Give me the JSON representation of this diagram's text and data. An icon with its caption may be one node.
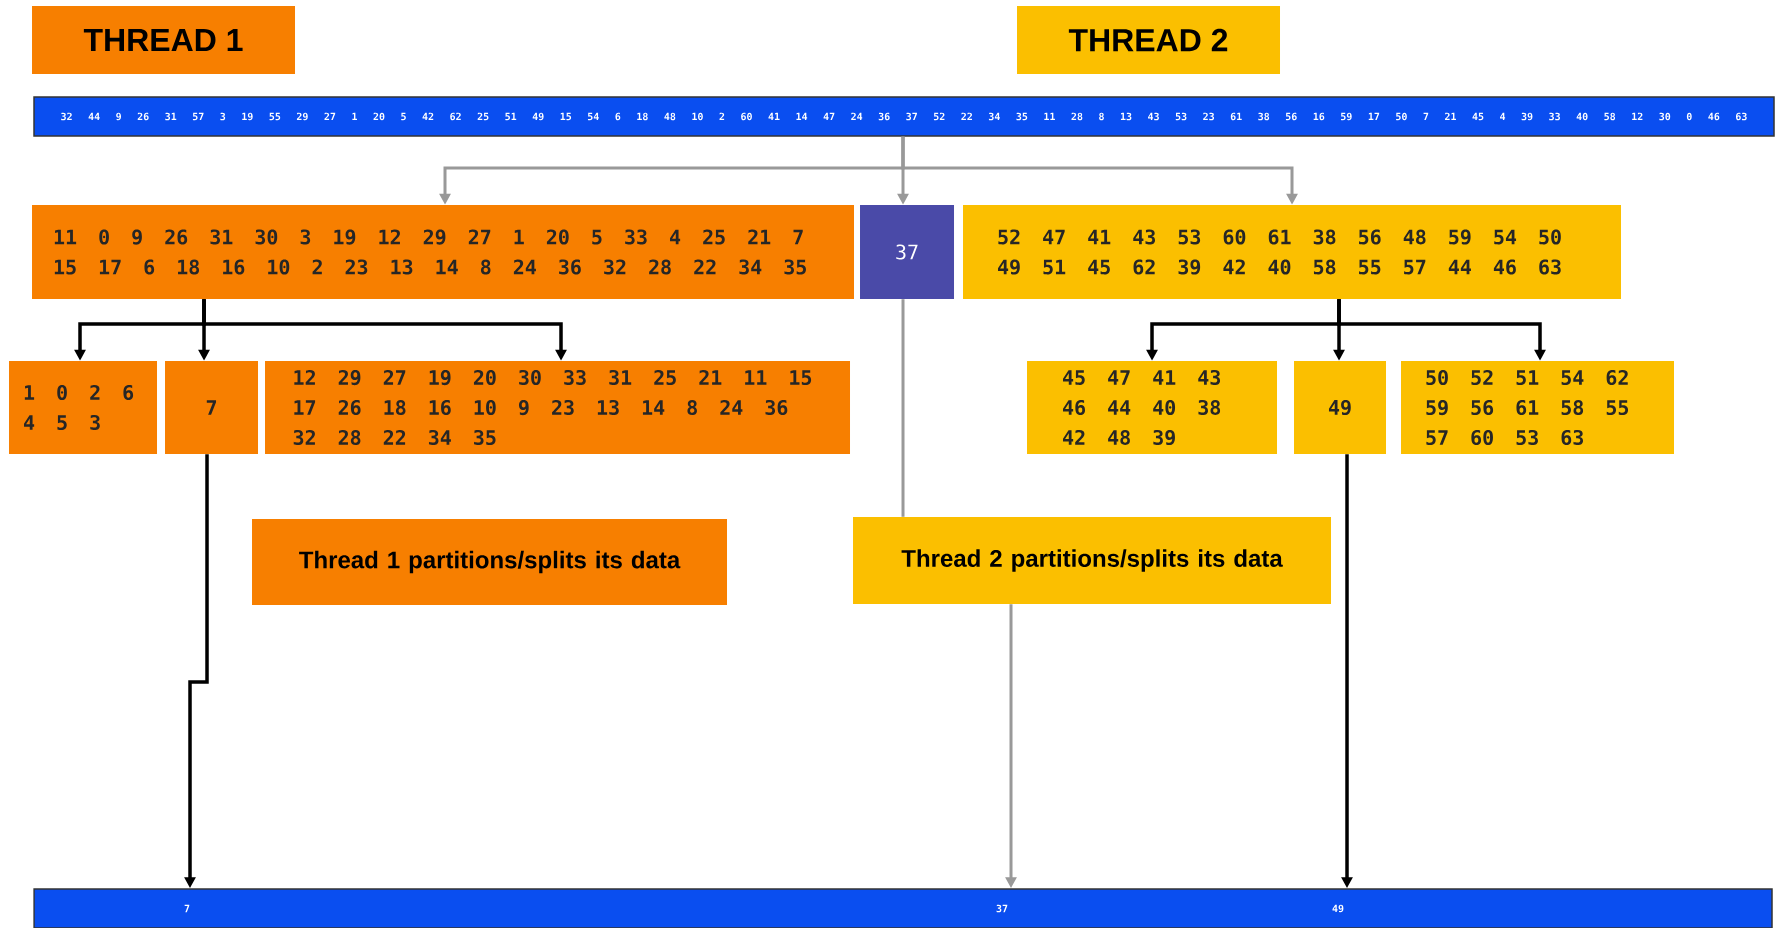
{
  "diagram": {
    "nodes": [
      {
        "text": [
          "THREAD 1"
        ]
      },
      {
        "text": [
          "THREAD 2"
        ]
      },
      {
        "text": [
          "32 44 9 26 31 57 3 19 55 29 27 1 20 5 42 62 25 51 49 15 54 6 18 48 10 2 60 41 14 47 24 36 37 52 22 34 35 11 28 8 13 43 53 23 61 38 56 16 59 17 50 7 21 45 4 39 33 40 58 12 30 0 46 63"
        ]
      },
      {
        "text": [
          "11 0 9 26 31 30 3 19 12 29 27 1 20 5 33 4 25 21 7 15 17 6 18 16 10 2 23 13 14 8 24 36 32 28 22 34 35"
        ]
      },
      {
        "text": [
          "37"
        ]
      },
      {
        "text": [
          "52 47 41 43 53 60 61 38 56 48 59 54 50 49 51 45 62 39 42 40 58 55 57 44 46 63"
        ]
      },
      {
        "text": [
          "1 0 2 6 4 5 3"
        ]
      },
      {
        "text": [
          "7"
        ]
      },
      {
        "text": [
          "12 29 27 19 20 30 33 31 25 21 11 15 17 26 18 16 10 9 23 13 14 8 24 36 32 28 22 34 35"
        ]
      },
      {
        "text": [
          "45 47 41 43 46 44 40 38 42 48 39"
        ]
      },
      {
        "text": [
          "49"
        ]
      },
      {
        "text": [
          "50 52 51 54 62 59 56 61 58 55 57 60 53 63"
        ]
      },
      {
        "text": [
          "Thread 1 partitions/splits its data"
        ]
      },
      {
        "text": [
          "Thread 2 partitions/splits its data"
        ]
      },
      {
        "text": [
          "7",
          "37",
          "49"
        ]
      }
    ],
    "edges": [
      {
        "from": 2,
        "to": 3,
        "arrow": "to",
        "color": "#999999"
      },
      {
        "from": 2,
        "to": 4,
        "arrow": "to",
        "color": "#999999"
      },
      {
        "from": 2,
        "to": 5,
        "arrow": "to",
        "color": "#999999"
      },
      {
        "from": 3,
        "to": 6,
        "arrow": "to"
      },
      {
        "from": 3,
        "to": 7,
        "arrow": "to"
      },
      {
        "from": 3,
        "to": 8,
        "arrow": "to"
      },
      {
        "from": 5,
        "to": 9,
        "arrow": "to"
      },
      {
        "from": 5,
        "to": 10,
        "arrow": "to"
      },
      {
        "from": 5,
        "to": 11,
        "arrow": "to"
      },
      {
        "from": 7,
        "to": 14,
        "arrow": "to"
      },
      {
        "from": 4,
        "to": 13,
        "arrow": "none",
        "color": "#999999"
      },
      {
        "from": 13,
        "to": 14,
        "arrow": "to",
        "color": "#999999"
      },
      {
        "from": 10,
        "to": 14,
        "arrow": "to"
      }
    ]
  }
}
